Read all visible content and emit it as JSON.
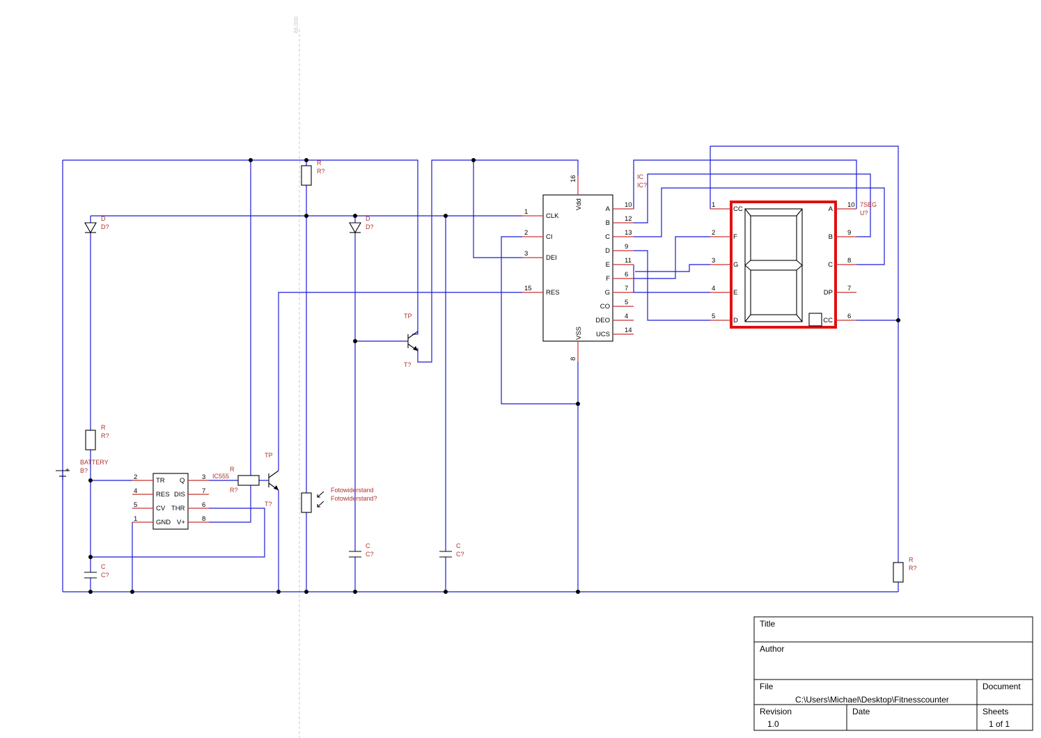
{
  "ruler": {
    "label": "86.000"
  },
  "components": {
    "r_top": {
      "name": "R",
      "ref": "R?"
    },
    "d_left": {
      "name": "D",
      "ref": "D?"
    },
    "d_mid": {
      "name": "D",
      "ref": "D?"
    },
    "r_left": {
      "name": "R",
      "ref": "R?"
    },
    "battery": {
      "name": "BATTERY",
      "ref": "B?"
    },
    "c_left": {
      "name": "C",
      "ref": "C?"
    },
    "ic555": {
      "name": "IC555",
      "pins": [
        {
          "num": "2",
          "label": "TR"
        },
        {
          "num": "4",
          "label": "RES"
        },
        {
          "num": "5",
          "label": "CV"
        },
        {
          "num": "1",
          "label": "GND"
        },
        {
          "num": "3",
          "label": "Q"
        },
        {
          "num": "7",
          "label": "DIS"
        },
        {
          "num": "6",
          "label": "THR"
        },
        {
          "num": "8",
          "label": "V+"
        }
      ]
    },
    "r_base": {
      "name": "R",
      "ref": "R?"
    },
    "t_low": {
      "name": "TP",
      "ref": "T?"
    },
    "t_high": {
      "name": "TP",
      "ref": "T?"
    },
    "foto": {
      "name": "Fotowiderstand",
      "ref": "Fotowiderstand?"
    },
    "c_mid": {
      "name": "C",
      "ref": "C?"
    },
    "c_right": {
      "name": "C",
      "ref": "C?"
    },
    "ic": {
      "name": "IC",
      "ref": "IC?",
      "left_pins": [
        {
          "num": "1",
          "label": "CLK"
        },
        {
          "num": "2",
          "label": "CI"
        },
        {
          "num": "3",
          "label": "DEI"
        },
        {
          "num": "15",
          "label": "RES"
        }
      ],
      "right_pins": [
        {
          "num": "10",
          "label": "A"
        },
        {
          "num": "12",
          "label": "B"
        },
        {
          "num": "13",
          "label": "C"
        },
        {
          "num": "9",
          "label": "D"
        },
        {
          "num": "11",
          "label": "E"
        },
        {
          "num": "6",
          "label": "F"
        },
        {
          "num": "7",
          "label": "G"
        },
        {
          "num": "5",
          "label": "CO"
        },
        {
          "num": "4",
          "label": "DEO"
        },
        {
          "num": "14",
          "label": "UCS"
        }
      ],
      "top_pin": {
        "num": "16",
        "label": "Vdd"
      },
      "bottom_pin": {
        "num": "8",
        "label": "VSS"
      }
    },
    "seg": {
      "name": "7SEG",
      "ref": "U?",
      "left_pins": [
        {
          "num": "1",
          "label": "CC"
        },
        {
          "num": "2",
          "label": "F"
        },
        {
          "num": "3",
          "label": "G"
        },
        {
          "num": "4",
          "label": "E"
        },
        {
          "num": "5",
          "label": "D"
        }
      ],
      "right_pins": [
        {
          "num": "10",
          "label": "A"
        },
        {
          "num": "9",
          "label": "B"
        },
        {
          "num": "8",
          "label": "C"
        },
        {
          "num": "7",
          "label": "DP"
        },
        {
          "num": "6",
          "label": "CC"
        }
      ]
    },
    "r_right": {
      "name": "R",
      "ref": "R?"
    }
  },
  "title_block": {
    "title_label": "Title",
    "author_label": "Author",
    "file_label": "File",
    "file_value": "C:\\Users\\Michael\\Desktop\\Fitnesscounter",
    "document_label": "Document",
    "revision_label": "Revision",
    "revision_value": "1.0",
    "date_label": "Date",
    "sheets_label": "Sheets",
    "sheets_value": "1 of 1"
  },
  "colors": {
    "wire": "#1a1ad6",
    "pin": "#c83232",
    "label": "#b03030",
    "highlight": "#e01010"
  }
}
